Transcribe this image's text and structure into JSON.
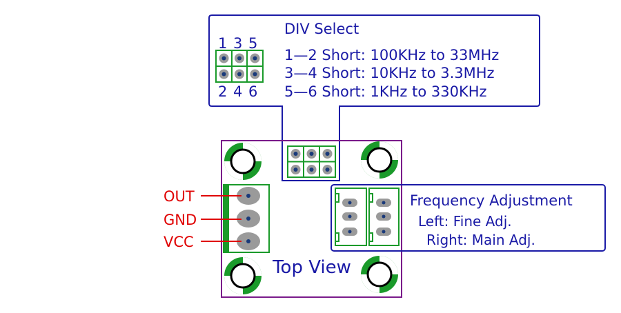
{
  "div_select": {
    "title": "DIV Select",
    "pins_top": [
      "1",
      "3",
      "5"
    ],
    "pins_bottom": [
      "2",
      "4",
      "6"
    ],
    "lines": [
      "1—2 Short: 100KHz to 33MHz",
      "3—4 Short: 10KHz to 3.3MHz",
      "5—6 Short: 1KHz to 330KHz"
    ]
  },
  "frequency": {
    "title": "Frequency Adjustment",
    "left": "Left: Fine Adj.",
    "right": "Right: Main Adj."
  },
  "connector": {
    "labels": [
      "OUT",
      "GND",
      "VCC"
    ]
  },
  "board": {
    "caption": "Top View"
  },
  "colors": {
    "callout": "#1a1aa6",
    "board_outline": "#7a1a8a",
    "copper_green": "#1a9a2a",
    "pad_gray": "#9a9a9a",
    "hole_blue": "#1a3a7a",
    "label_red": "#e00000"
  }
}
